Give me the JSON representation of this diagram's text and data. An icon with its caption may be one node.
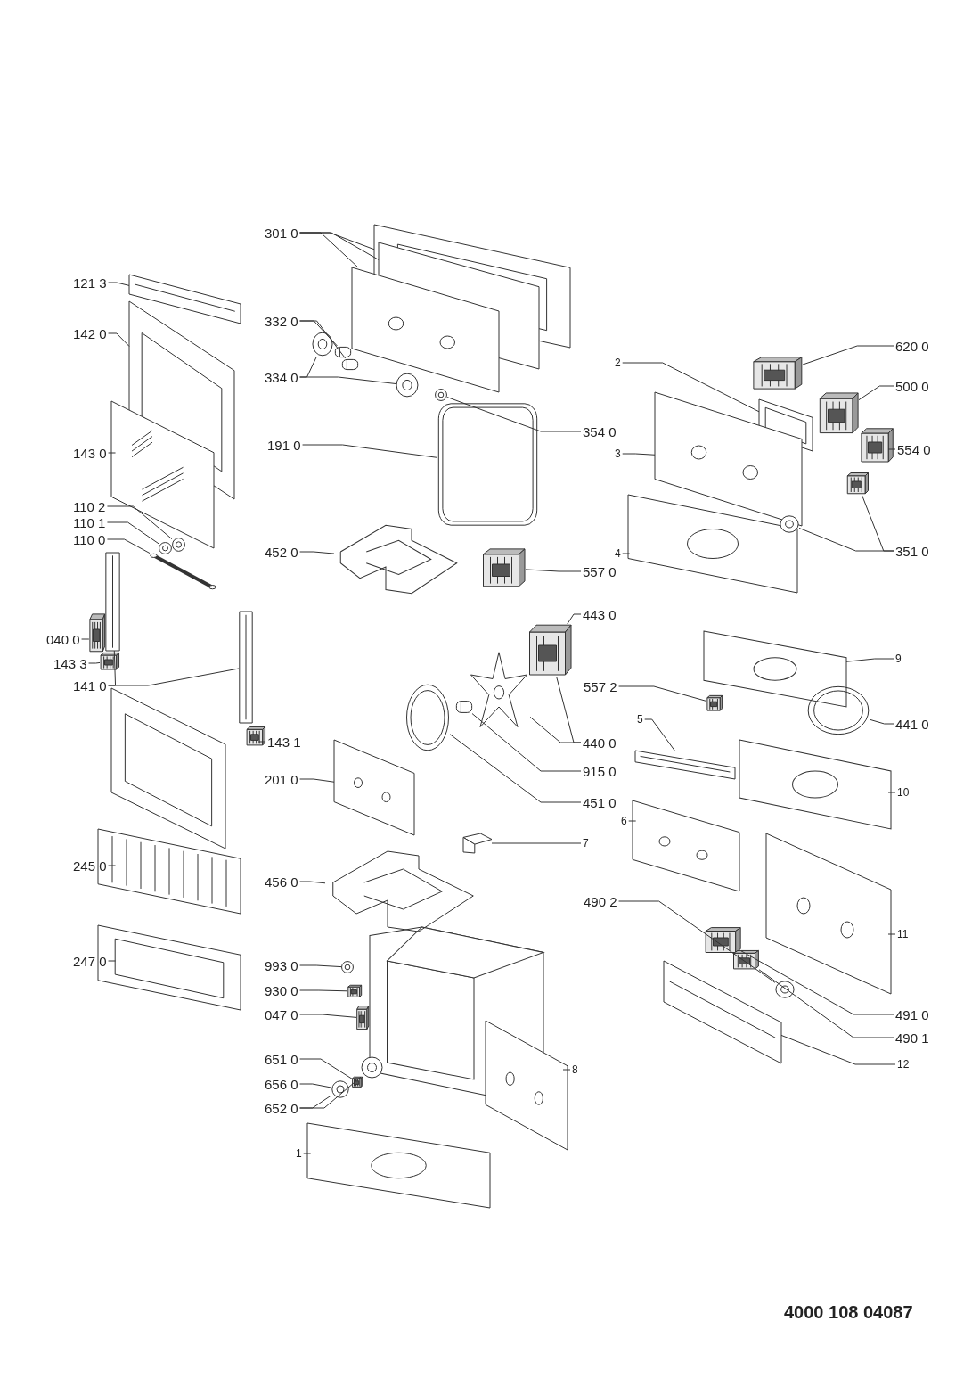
{
  "diagram": {
    "nodes": [
      {
        "text": [
          "301 0"
        ]
      },
      {
        "text": [],
        "shape": "picture"
      },
      {
        "text": [],
        "shape": "picture"
      },
      {
        "text": [],
        "shape": "picture"
      },
      {
        "text": [
          "121 3"
        ]
      },
      {
        "text": [],
        "shape": "picture"
      },
      {
        "text": [
          "332 0"
        ]
      },
      {
        "text": [],
        "shape": "picture"
      },
      {
        "text": [],
        "shape": "picture"
      },
      {
        "text": [
          "142 0"
        ]
      },
      {
        "text": [],
        "shape": "picture"
      },
      {
        "text": [
          "620 0"
        ]
      },
      {
        "text": [],
        "shape": "picture"
      },
      {
        "text": [
          "2"
        ]
      },
      {
        "text": [],
        "shape": "picture"
      },
      {
        "text": [
          "334 0"
        ]
      },
      {
        "text": [],
        "shape": "picture"
      },
      {
        "text": [],
        "shape": "picture"
      },
      {
        "text": [
          "500 0"
        ]
      },
      {
        "text": [],
        "shape": "picture"
      },
      {
        "text": [
          "354 0"
        ]
      },
      {
        "text": [],
        "shape": "picture"
      },
      {
        "text": [
          "191 0"
        ]
      },
      {
        "text": [],
        "shape": "picture"
      },
      {
        "text": [
          "143 0"
        ]
      },
      {
        "text": [],
        "shape": "picture"
      },
      {
        "text": [
          "554 0"
        ]
      },
      {
        "text": [],
        "shape": "picture"
      },
      {
        "text": [
          "3"
        ]
      },
      {
        "text": [],
        "shape": "picture"
      },
      {
        "text": [
          "110 2"
        ]
      },
      {
        "text": [],
        "shape": "picture"
      },
      {
        "text": [
          "110 1"
        ]
      },
      {
        "text": [],
        "shape": "picture"
      },
      {
        "text": [
          "110 0"
        ]
      },
      {
        "text": [],
        "shape": "picture"
      },
      {
        "text": [
          "452 0"
        ]
      },
      {
        "text": [],
        "shape": "picture"
      },
      {
        "text": [
          "4"
        ]
      },
      {
        "text": [],
        "shape": "picture"
      },
      {
        "text": [
          "351 0"
        ]
      },
      {
        "text": [],
        "shape": "picture"
      },
      {
        "text": [],
        "shape": "picture"
      },
      {
        "text": [
          "557 0"
        ]
      },
      {
        "text": [],
        "shape": "picture"
      },
      {
        "text": [
          "443 0"
        ]
      },
      {
        "text": [],
        "shape": "picture"
      },
      {
        "text": [
          "040 0"
        ]
      },
      {
        "text": [],
        "shape": "picture"
      },
      {
        "text": [
          "9"
        ]
      },
      {
        "text": [],
        "shape": "picture"
      },
      {
        "text": [
          "143 3"
        ]
      },
      {
        "text": [],
        "shape": "picture"
      },
      {
        "text": [
          "141 0"
        ]
      },
      {
        "text": [],
        "shape": "picture"
      },
      {
        "text": [],
        "shape": "picture"
      },
      {
        "text": [
          "557 2"
        ]
      },
      {
        "text": [],
        "shape": "picture"
      },
      {
        "text": [
          "5"
        ]
      },
      {
        "text": [],
        "shape": "picture"
      },
      {
        "text": [
          "441 0"
        ]
      },
      {
        "text": [],
        "shape": "picture"
      },
      {
        "text": [
          "143 1"
        ]
      },
      {
        "text": [],
        "shape": "picture"
      },
      {
        "text": [
          "440 0"
        ]
      },
      {
        "text": [],
        "shape": "picture"
      },
      {
        "text": [
          "915 0"
        ]
      },
      {
        "text": [],
        "shape": "picture"
      },
      {
        "text": [
          "201 0"
        ]
      },
      {
        "text": [],
        "shape": "picture"
      },
      {
        "text": [
          "10"
        ]
      },
      {
        "text": [],
        "shape": "picture"
      },
      {
        "text": [
          "451 0"
        ]
      },
      {
        "text": [],
        "shape": "picture"
      },
      {
        "text": [
          "6"
        ]
      },
      {
        "text": [],
        "shape": "picture"
      },
      {
        "text": [
          "7"
        ]
      },
      {
        "text": [],
        "shape": "picture"
      },
      {
        "text": [
          "245 0"
        ]
      },
      {
        "text": [],
        "shape": "picture"
      },
      {
        "text": [
          "456 0"
        ]
      },
      {
        "text": [],
        "shape": "picture"
      },
      {
        "text": [
          "490 2"
        ]
      },
      {
        "text": [],
        "shape": "picture"
      },
      {
        "text": [
          "11"
        ]
      },
      {
        "text": [],
        "shape": "picture"
      },
      {
        "text": [
          "247 0"
        ]
      },
      {
        "text": [],
        "shape": "picture"
      },
      {
        "text": [
          "993 0"
        ]
      },
      {
        "text": [],
        "shape": "picture"
      },
      {
        "text": [
          "930 0"
        ]
      },
      {
        "text": [],
        "shape": "picture"
      },
      {
        "text": [
          "047 0"
        ]
      },
      {
        "text": [],
        "shape": "picture"
      },
      {
        "text": [
          "491 0"
        ]
      },
      {
        "text": [],
        "shape": "picture"
      },
      {
        "text": [
          "490 1"
        ]
      },
      {
        "text": [],
        "shape": "picture"
      },
      {
        "text": [
          "651 0"
        ]
      },
      {
        "text": [],
        "shape": "picture"
      },
      {
        "text": [
          "8"
        ]
      },
      {
        "text": [],
        "shape": "picture"
      },
      {
        "text": [
          "12"
        ]
      },
      {
        "text": [],
        "shape": "picture"
      },
      {
        "text": [
          "656 0"
        ]
      },
      {
        "text": [],
        "shape": "picture"
      },
      {
        "text": [
          "652 0"
        ]
      },
      {
        "text": [],
        "shape": "picture"
      },
      {
        "text": [
          "1"
        ]
      },
      {
        "text": [],
        "shape": "picture"
      }
    ],
    "edges": [
      {
        "from": 0,
        "to": 1,
        "arrow": "none"
      },
      {
        "from": 0,
        "to": 2,
        "arrow": "none"
      },
      {
        "from": 0,
        "to": 3,
        "arrow": "none"
      },
      {
        "from": 4,
        "to": 5,
        "arrow": "none"
      },
      {
        "from": 6,
        "to": 7,
        "arrow": "none"
      },
      {
        "from": 6,
        "to": 8,
        "arrow": "none"
      },
      {
        "from": 9,
        "to": 10,
        "arrow": "none"
      },
      {
        "from": 11,
        "to": 12,
        "arrow": "none"
      },
      {
        "from": 13,
        "to": 14,
        "arrow": "none"
      },
      {
        "from": 15,
        "to": 16,
        "arrow": "none"
      },
      {
        "from": 15,
        "to": 17,
        "arrow": "none"
      },
      {
        "from": 18,
        "to": 19,
        "arrow": "none"
      },
      {
        "from": 20,
        "to": 21,
        "arrow": "none"
      },
      {
        "from": 22,
        "to": 23,
        "arrow": "none"
      },
      {
        "from": 24,
        "to": 25,
        "arrow": "none"
      },
      {
        "from": 26,
        "to": 27,
        "arrow": "none"
      },
      {
        "from": 28,
        "to": 29,
        "arrow": "none"
      },
      {
        "from": 30,
        "to": 31,
        "arrow": "none"
      },
      {
        "from": 32,
        "to": 33,
        "arrow": "none"
      },
      {
        "from": 34,
        "to": 35,
        "arrow": "none"
      },
      {
        "from": 36,
        "to": 37,
        "arrow": "none"
      },
      {
        "from": 38,
        "to": 39,
        "arrow": "none"
      },
      {
        "from": 40,
        "to": 41,
        "arrow": "none"
      },
      {
        "from": 40,
        "to": 42,
        "arrow": "none"
      },
      {
        "from": 43,
        "to": 44,
        "arrow": "none"
      },
      {
        "from": 45,
        "to": 46,
        "arrow": "none"
      },
      {
        "from": 47,
        "to": 48,
        "arrow": "none"
      },
      {
        "from": 49,
        "to": 50,
        "arrow": "none"
      },
      {
        "from": 51,
        "to": 52,
        "arrow": "none"
      },
      {
        "from": 53,
        "to": 54,
        "arrow": "none"
      },
      {
        "from": 53,
        "to": 55,
        "arrow": "none"
      },
      {
        "from": 56,
        "to": 57,
        "arrow": "none"
      },
      {
        "from": 58,
        "to": 59,
        "arrow": "none"
      },
      {
        "from": 60,
        "to": 61,
        "arrow": "none"
      },
      {
        "from": 62,
        "to": 63,
        "arrow": "none"
      },
      {
        "from": 64,
        "to": 65,
        "arrow": "none"
      },
      {
        "from": 64,
        "to": 46,
        "arrow": "none"
      },
      {
        "from": 66,
        "to": 67,
        "arrow": "none"
      },
      {
        "from": 68,
        "to": 69,
        "arrow": "none"
      },
      {
        "from": 70,
        "to": 71,
        "arrow": "none"
      },
      {
        "from": 72,
        "to": 73,
        "arrow": "none"
      },
      {
        "from": 74,
        "to": 75,
        "arrow": "none"
      },
      {
        "from": 76,
        "to": 77,
        "arrow": "none"
      },
      {
        "from": 78,
        "to": 79,
        "arrow": "none"
      },
      {
        "from": 80,
        "to": 81,
        "arrow": "none"
      },
      {
        "from": 82,
        "to": 83,
        "arrow": "none"
      },
      {
        "from": 84,
        "to": 85,
        "arrow": "none"
      },
      {
        "from": 86,
        "to": 87,
        "arrow": "none"
      },
      {
        "from": 88,
        "to": 89,
        "arrow": "none"
      },
      {
        "from": 90,
        "to": 91,
        "arrow": "none"
      },
      {
        "from": 92,
        "to": 93,
        "arrow": "none"
      },
      {
        "from": 94,
        "to": 95,
        "arrow": "none"
      },
      {
        "from": 96,
        "to": 97,
        "arrow": "none"
      },
      {
        "from": 98,
        "to": 99,
        "arrow": "none"
      },
      {
        "from": 100,
        "to": 101,
        "arrow": "none"
      },
      {
        "from": 102,
        "to": 103,
        "arrow": "none"
      },
      {
        "from": 104,
        "to": 105,
        "arrow": "none"
      },
      {
        "from": 106,
        "to": 107,
        "arrow": "none"
      },
      {
        "from": 106,
        "to": 105,
        "arrow": "none"
      },
      {
        "from": 108,
        "to": 109,
        "arrow": "none"
      }
    ],
    "labels": [
      "4000 108 04087"
    ]
  }
}
